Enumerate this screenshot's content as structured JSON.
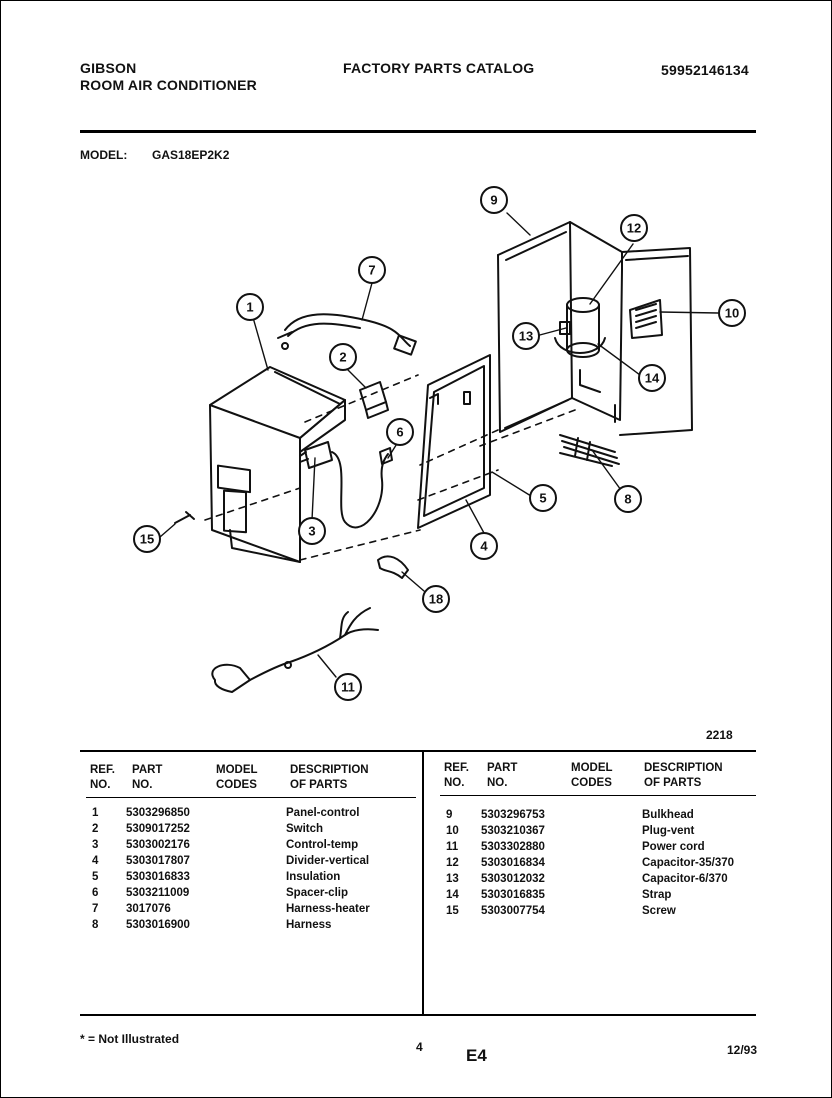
{
  "header": {
    "brand": "GIBSON",
    "product": "ROOM AIR CONDITIONER",
    "catalog_title": "FACTORY PARTS CATALOG",
    "catalog_number": "59952146134"
  },
  "model": {
    "label": "MODEL:",
    "value": "GAS18EP2K2"
  },
  "diagram": {
    "figure_number": "2218",
    "callouts": [
      "1",
      "2",
      "3",
      "4",
      "5",
      "6",
      "7",
      "8",
      "9",
      "10",
      "11",
      "12",
      "13",
      "14",
      "15",
      "18"
    ]
  },
  "table": {
    "headers": {
      "ref": [
        "REF.",
        "NO."
      ],
      "part": [
        "PART",
        "NO."
      ],
      "model": [
        "MODEL",
        "CODES"
      ],
      "desc": [
        "DESCRIPTION",
        "OF PARTS"
      ]
    },
    "left_rows": [
      {
        "ref": "1",
        "part": "5303296850",
        "codes": "",
        "desc": "Panel-control"
      },
      {
        "ref": "2",
        "part": "5309017252",
        "codes": "",
        "desc": "Switch"
      },
      {
        "ref": "3",
        "part": "5303002176",
        "codes": "",
        "desc": "Control-temp"
      },
      {
        "ref": "4",
        "part": "5303017807",
        "codes": "",
        "desc": "Divider-vertical"
      },
      {
        "ref": "5",
        "part": "5303016833",
        "codes": "",
        "desc": "Insulation"
      },
      {
        "ref": "6",
        "part": "5303211009",
        "codes": "",
        "desc": "Spacer-clip"
      },
      {
        "ref": "7",
        "part": "3017076",
        "codes": "",
        "desc": "Harness-heater"
      },
      {
        "ref": "8",
        "part": "5303016900",
        "codes": "",
        "desc": "Harness"
      }
    ],
    "right_rows": [
      {
        "ref": "9",
        "part": "5303296753",
        "codes": "",
        "desc": "Bulkhead"
      },
      {
        "ref": "10",
        "part": "5303210367",
        "codes": "",
        "desc": "Plug-vent"
      },
      {
        "ref": "11",
        "part": "5303302880",
        "codes": "",
        "desc": "Power cord"
      },
      {
        "ref": "12",
        "part": "5303016834",
        "codes": "",
        "desc": "Capacitor-35/370"
      },
      {
        "ref": "13",
        "part": "5303012032",
        "codes": "",
        "desc": "Capacitor-6/370"
      },
      {
        "ref": "14",
        "part": "5303016835",
        "codes": "",
        "desc": "Strap"
      },
      {
        "ref": "15",
        "part": "5303007754",
        "codes": "",
        "desc": "Screw"
      }
    ]
  },
  "footer": {
    "note": "* = Not Illustrated",
    "page_number": "4",
    "section": "E4",
    "date": "12/93"
  }
}
